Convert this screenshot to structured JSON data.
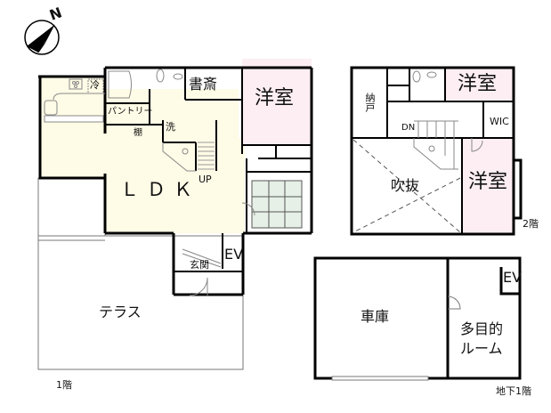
{
  "compass": {
    "label": "N",
    "icon": "north-arrow-icon"
  },
  "colors": {
    "ldk_fill": "#fefbe6",
    "western_room_fill": "#fceef3",
    "tatami_fill": "#e6f0e6",
    "wall": "#000000",
    "thin_line": "#888888"
  },
  "floors": {
    "floor1": {
      "label": "1階",
      "rooms": {
        "ldk": "ＬＤＫ",
        "study": "書斎",
        "western_room": "洋室",
        "pantry": "パントリー",
        "shelf": "棚",
        "laundry": "洗",
        "refrigerator": "冷",
        "entrance": "玄関",
        "elevator": "EV",
        "terrace": "テラス",
        "stairs_up": "UP"
      }
    },
    "floor2": {
      "label": "2階",
      "rooms": {
        "storage": "納戸",
        "western_room_1": "洋室",
        "western_room_2": "洋室",
        "walk_in_closet": "WIC",
        "atrium": "吹抜",
        "stairs_down": "DN"
      }
    },
    "basement1": {
      "label": "地下1階",
      "rooms": {
        "garage": "車庫",
        "multipurpose_room_line1": "多目的",
        "multipurpose_room_line2": "ルーム",
        "elevator": "EV"
      }
    }
  }
}
